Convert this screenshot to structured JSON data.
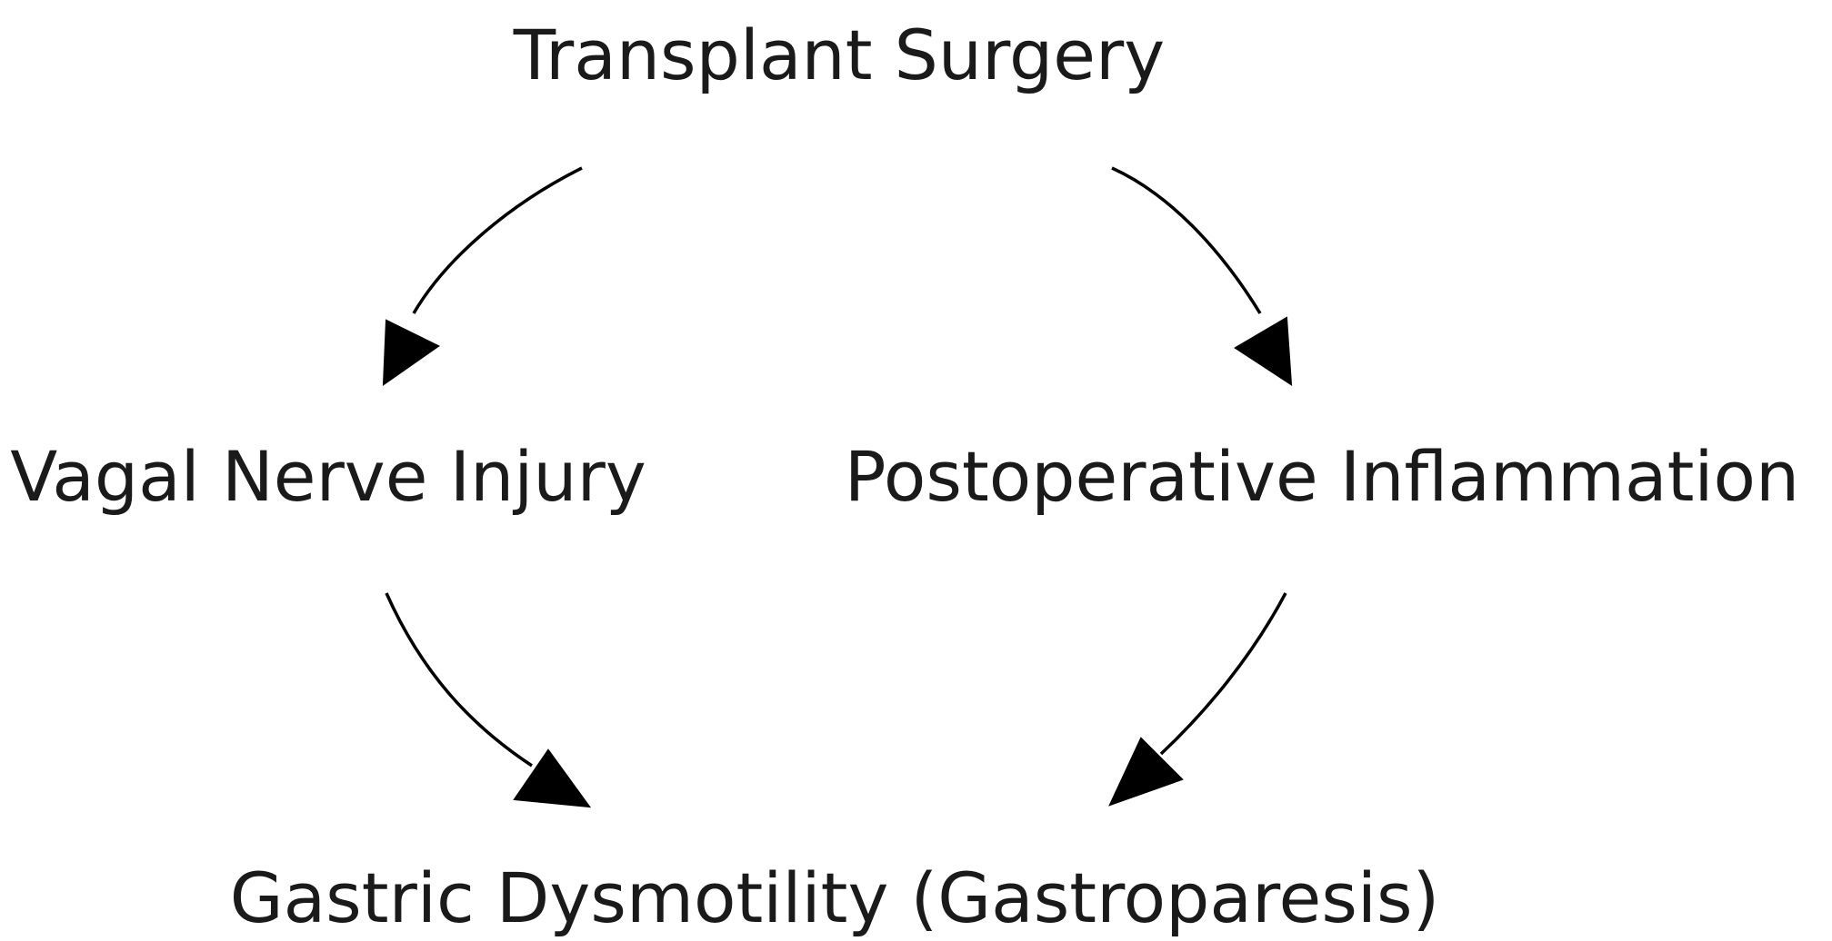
{
  "diagram": {
    "nodes": [
      {
        "id": "transplant_surgery",
        "label": "Transplant Surgery"
      },
      {
        "id": "vagal_nerve_injury",
        "label": "Vagal Nerve Injury"
      },
      {
        "id": "postoperative_inflammation",
        "label": "Postoperative Inflammation"
      },
      {
        "id": "gastric_dysmotility",
        "label": "Gastric Dysmotility (Gastroparesis)"
      }
    ],
    "edges": [
      {
        "from": "transplant_surgery",
        "to": "vagal_nerve_injury"
      },
      {
        "from": "transplant_surgery",
        "to": "postoperative_inflammation"
      },
      {
        "from": "vagal_nerve_injury",
        "to": "gastric_dysmotility"
      },
      {
        "from": "postoperative_inflammation",
        "to": "gastric_dysmotility"
      }
    ],
    "colors": {
      "text": "#1a1a1a",
      "edge": "#000000",
      "background": "#ffffff"
    }
  }
}
